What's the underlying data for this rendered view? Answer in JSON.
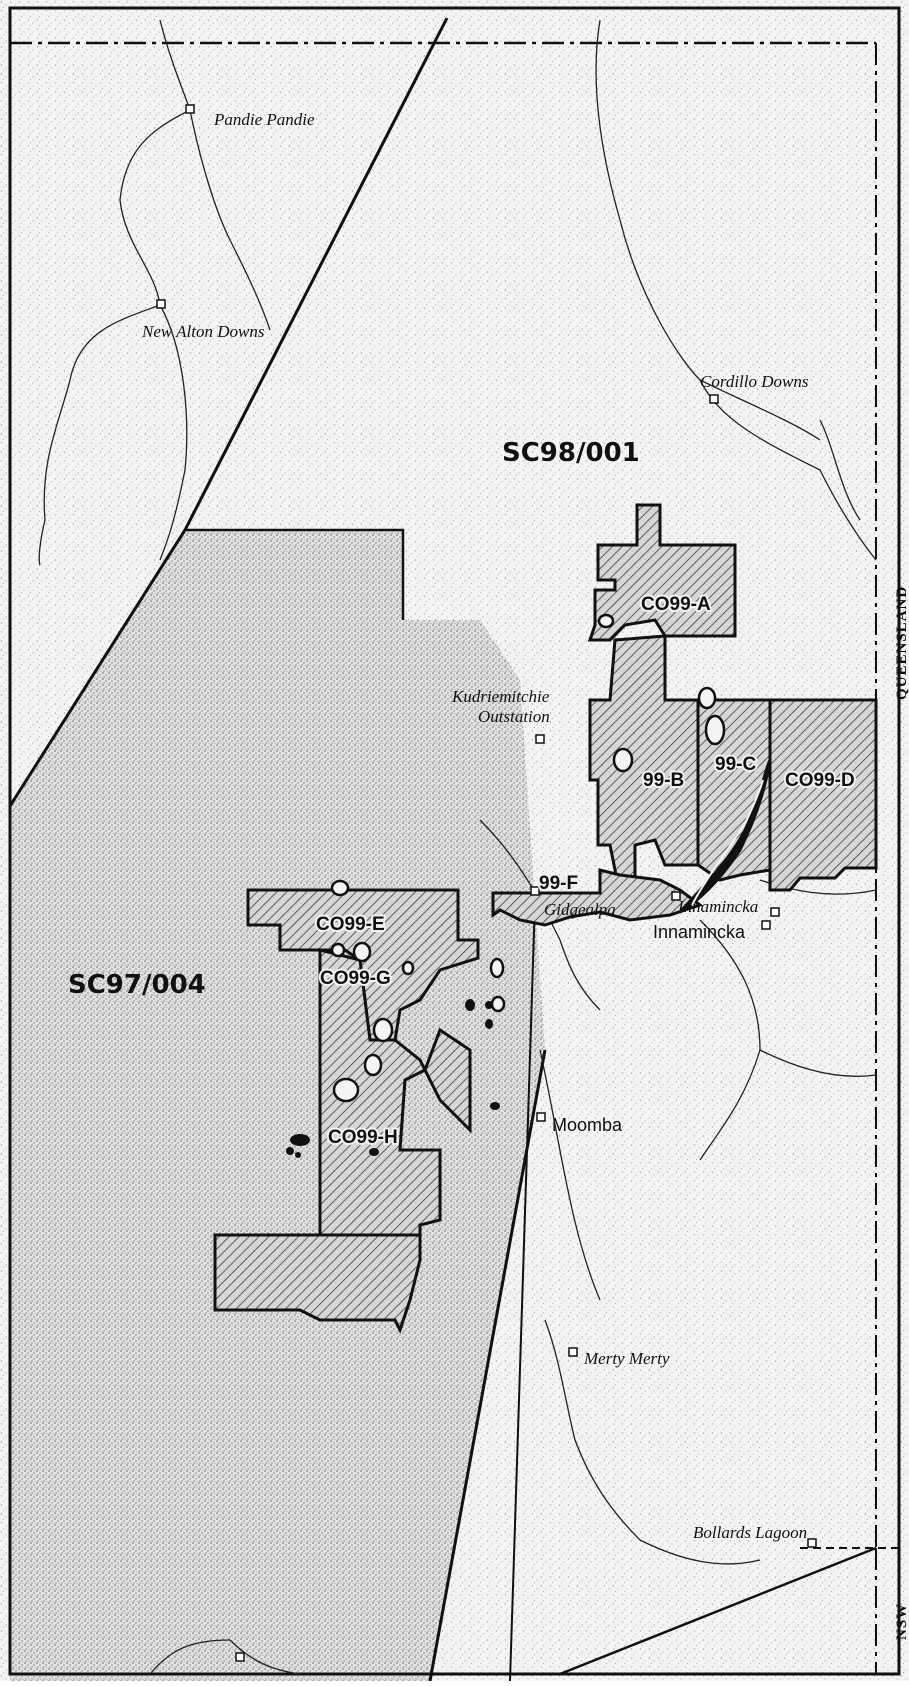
{
  "labels": {
    "licences": [
      "SC98/001",
      "SC97/004"
    ],
    "blocks": [
      "CO99-A",
      "99-B",
      "99-C",
      "CO99-D",
      "CO99-E",
      "99-F",
      "CO99-G",
      "CO99-H"
    ],
    "places_italic": [
      "Pandie Pandie",
      "New Alton Downs",
      "Cordillo Downs",
      "Kudriemitchie",
      "Outstation",
      "Gidgealpa",
      "Innamincka",
      "Merty Merty",
      "Bollards Lagoon"
    ],
    "towns": [
      "Innamincka",
      "Moomba"
    ],
    "states": [
      "QUEENSLAND",
      "NSW"
    ]
  },
  "colors": {
    "outline": "#111111",
    "stipple_light": "#b8b8b8",
    "stipple_dark": "#6e6e6e",
    "hatch": "#444444",
    "background": "#f4f4f4"
  }
}
